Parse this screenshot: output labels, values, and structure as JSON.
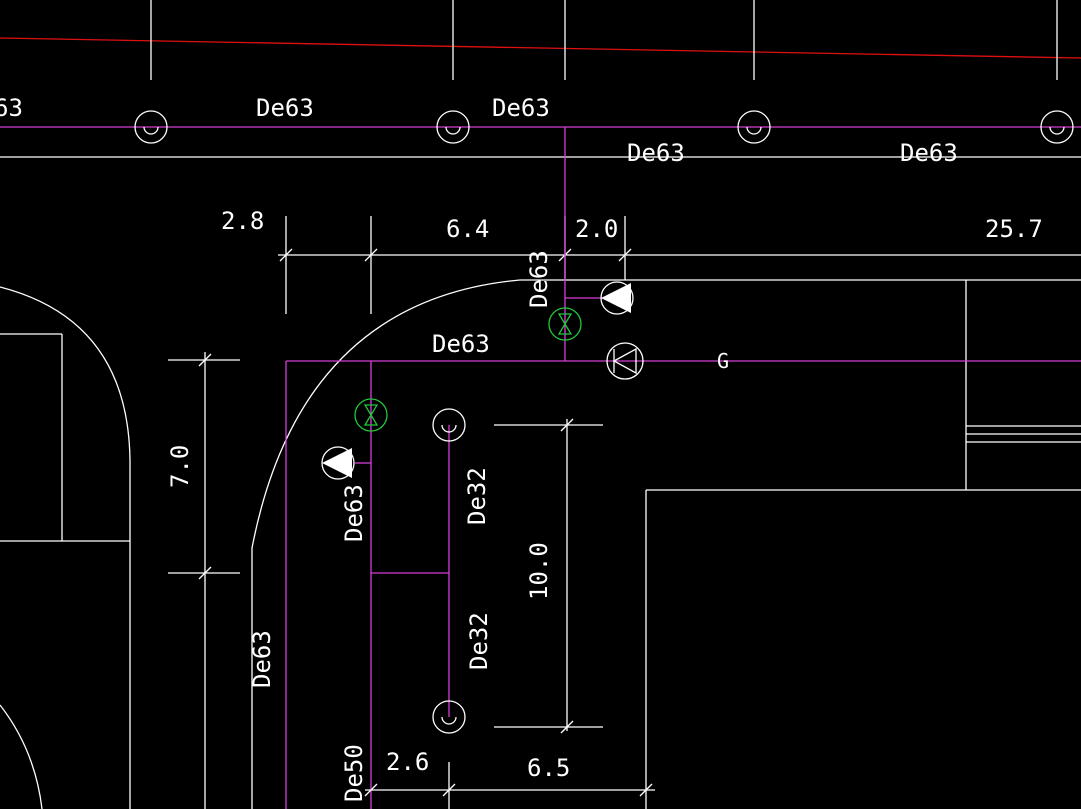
{
  "colors": {
    "background": "#000000",
    "line": "#ffffff",
    "pipe": "#d63fd6",
    "valve": "#22c83c",
    "red_line": "#e01010"
  },
  "labels": {
    "top_cut": "63",
    "de63_top_1": "De63",
    "de63_top_2": "De63",
    "de63_top_3": "De63",
    "de63_top_4": "De63",
    "de63_vertical_top": "De63",
    "de63_horizontal_mid": "De63",
    "de63_left_vertical": "De63",
    "de63_bottom_left": "De63",
    "de32_upper": "De32",
    "de32_lower": "De32",
    "de50": "De50",
    "g_marker": "G"
  },
  "dimensions": {
    "d_2_8": "2.8",
    "d_6_4": "6.4",
    "d_2_0": "2.0",
    "d_25_7": "25.7",
    "d_7_0": "7.0",
    "d_10_0": "10.0",
    "d_2_6": "2.6",
    "d_6_5": "6.5"
  },
  "symbols": [
    "manhole-icon",
    "valve-icon",
    "hydrant-icon",
    "meter-icon"
  ]
}
